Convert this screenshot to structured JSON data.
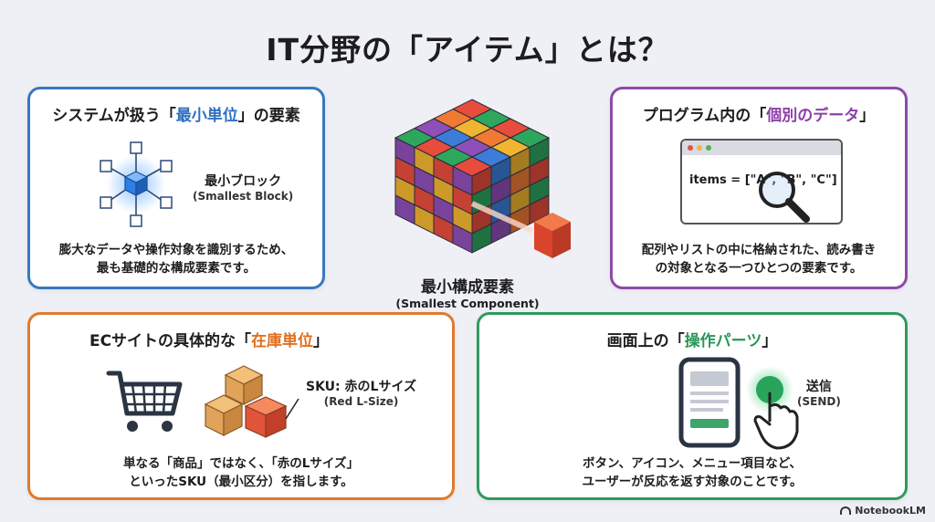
{
  "title": "IT分野の「アイテム」とは？",
  "center": {
    "main_label": "最小構成要素",
    "sub_label": "(Smallest Component)"
  },
  "card_system": {
    "title_pre": "システムが扱う「",
    "title_hl": "最小単位",
    "title_post": "」の要素",
    "block_label": "最小ブロック",
    "block_sub": "(Smallest Block)",
    "desc_line1": "膨大なデータや操作対象を識別するため、",
    "desc_line2": "最も基礎的な構成要素です。"
  },
  "card_program": {
    "title_pre": "プログラム内の「",
    "title_hl": "個別のデータ",
    "title_post": "」",
    "code_text": "items = [\"A\", \"B\", \"C\"]",
    "desc_line1": "配列やリストの中に格納された、読み書き",
    "desc_line2": "の対象となる一つひとつの要素です。"
  },
  "card_ec": {
    "title_pre": "ECサイトの具体的な「",
    "title_hl": "在庫単位",
    "title_post": "」",
    "sku_label": "SKU: 赤のLサイズ",
    "sku_sub": "(Red L-Size)",
    "desc_line1": "単なる「商品」ではなく、「赤のLサイズ」",
    "desc_line2": "といったSKU（最小区分）を指します。"
  },
  "card_ui": {
    "title_pre": "画面上の「",
    "title_hl": "操作パーツ",
    "title_post": "」",
    "send_label": "送信",
    "send_sub": "(SEND)",
    "desc_line1": "ボタン、アイコン、メニュー項目など、",
    "desc_line2": "ユーザーが反応を返す対象のことです。"
  },
  "footer": {
    "brand": "NotebookLM"
  },
  "colors": {
    "blue": "#3a78bf",
    "purple": "#8d4aa6",
    "orange": "#e07a2c",
    "green": "#2f9a5e"
  }
}
